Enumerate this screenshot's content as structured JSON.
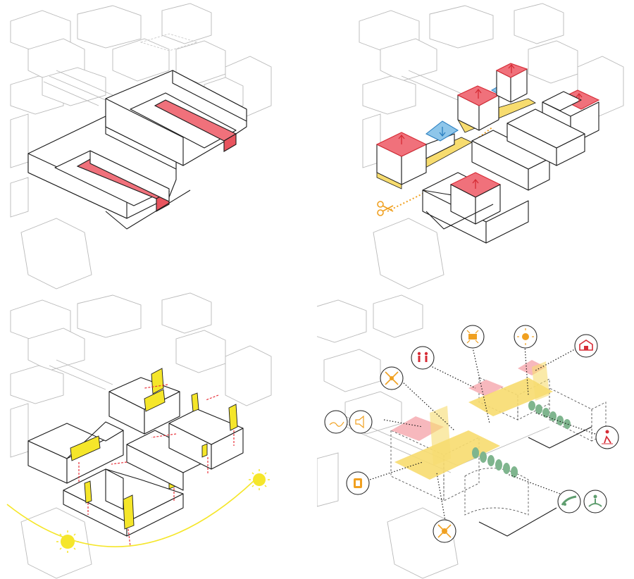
{
  "colors": {
    "roof_red": "#f0717b",
    "roof_red_light": "#f7b8bd",
    "roof_red_stroke": "#d62b35",
    "blue": "#8ec6ea",
    "yellow": "#f7dc6f",
    "sun_yellow": "#f5e62a",
    "orange": "#f0a020",
    "green": "#7fb58e",
    "outline": "#1a1a1a",
    "context": "#b9b9b9"
  },
  "panels": [
    {
      "id": "massing-panel",
      "content": "building-blocks-with-red-courtyards"
    },
    {
      "id": "transformation-panel",
      "content": "raised-red-roofs-lowered-blue-roof-yellow-cut-path",
      "icons": [
        "scissors-icon",
        "up-arrow-icon",
        "down-arrow-icon"
      ]
    },
    {
      "id": "solar-panel",
      "content": "sun-path-yellow-facades",
      "icons": [
        "sun-icon"
      ]
    },
    {
      "id": "program-panel",
      "content": "program-icons-around-central-plaza",
      "icons": [
        "wind-icon",
        "sound-icon",
        "view-arrows-icon",
        "people-icon",
        "radiate-icon",
        "sun-stack-icon",
        "panel-icon",
        "pedestrian-icon",
        "energy-icon",
        "cross-arrows-icon",
        "bike-icon",
        "meditation-icon"
      ]
    }
  ]
}
